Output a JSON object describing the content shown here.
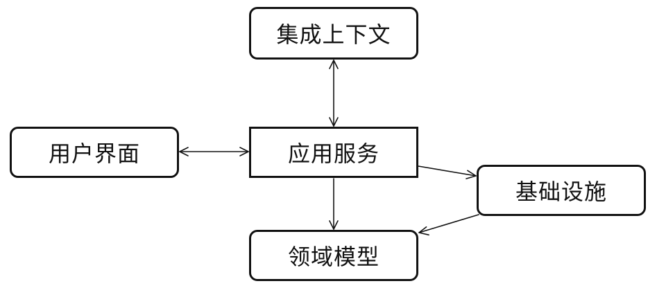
{
  "nodes": {
    "integration_context": "集成上下文",
    "user_interface": "用户界面",
    "application_services": "应用服务",
    "infrastructure": "基础设施",
    "domain_model": "领域模型"
  },
  "edges": [
    {
      "from": "application_services",
      "to": "integration_context",
      "direction": "both"
    },
    {
      "from": "user_interface",
      "to": "application_services",
      "direction": "both"
    },
    {
      "from": "application_services",
      "to": "domain_model",
      "direction": "forward"
    },
    {
      "from": "application_services",
      "to": "infrastructure",
      "direction": "forward"
    },
    {
      "from": "infrastructure",
      "to": "domain_model",
      "direction": "forward"
    }
  ],
  "colors": {
    "stroke": "#111111",
    "background": "#ffffff"
  }
}
